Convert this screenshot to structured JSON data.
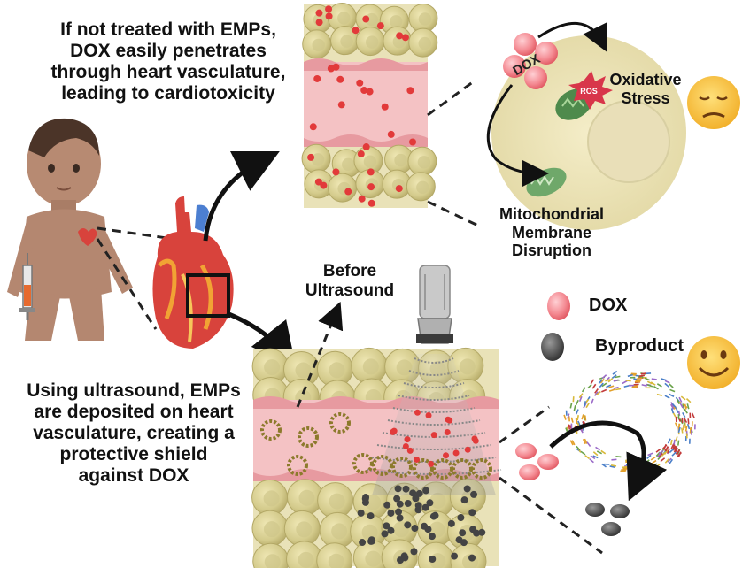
{
  "captions": {
    "top": [
      "If not treated with EMPs,",
      "DOX easily penetrates",
      "through heart vasculature,",
      "leading to cardiotoxicity"
    ],
    "bottom": [
      "Using ultrasound, EMPs",
      "are deposited on heart",
      "vasculature, creating a",
      "protective shield",
      "against DOX"
    ]
  },
  "labels": {
    "before_ultrasound": [
      "Before",
      "Ultrasound"
    ],
    "oxidative_stress": [
      "Oxidative",
      "Stress"
    ],
    "mitochondrial": [
      "Mitochondrial",
      "Membrane",
      "Disruption"
    ],
    "dox_molecule": "DOX",
    "ros": "ROS"
  },
  "legend": {
    "dox": "DOX",
    "byproduct": "Byproduct"
  },
  "colors": {
    "cell_yellow": "#d8cf96",
    "vessel_pink": "#f4c2c4",
    "dox_red": "#e23a3a",
    "byproduct_gray": "#444444",
    "skin": "#b98570"
  },
  "icons": {
    "sad_face": "sad-face-emoji",
    "happy_face": "smiley-face-emoji"
  }
}
